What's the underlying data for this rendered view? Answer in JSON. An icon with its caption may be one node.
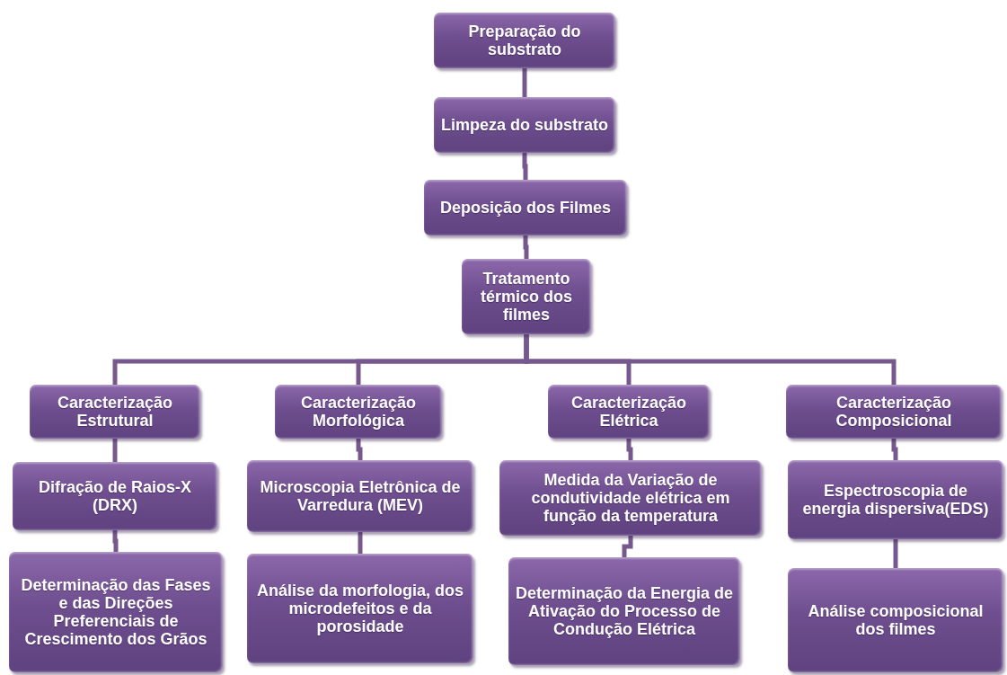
{
  "diagram": {
    "nodes": [
      {
        "text": [
          "Preparação do substrato"
        ]
      },
      {
        "text": [
          "Limpeza do substrato"
        ]
      },
      {
        "text": [
          "Deposição dos Filmes"
        ]
      },
      {
        "text": [
          "Tratamento térmico dos filmes"
        ]
      },
      {
        "text": [
          "Caracterização Estrutural"
        ]
      },
      {
        "text": [
          "Caracterização Morfológica"
        ]
      },
      {
        "text": [
          "Caracterização Elétrica"
        ]
      },
      {
        "text": [
          "Caracterização Composicional"
        ]
      },
      {
        "text": [
          "Difração de Raios-X (DRX)"
        ]
      },
      {
        "text": [
          "Microscopia Eletrônica de Varredura  (MEV)"
        ]
      },
      {
        "text": [
          "Medida da  Variação de condutividade elétrica em função da temperatura"
        ]
      },
      {
        "text": [
          "Espectroscopia de energia dispersiva(EDS)"
        ]
      },
      {
        "text": [
          "Determinação das Fases e das Direções Preferenciais de Crescimento dos Grãos"
        ]
      },
      {
        "text": [
          "Análise da morfologia, dos microdefeitos e da porosidade"
        ]
      },
      {
        "text": [
          "Determinação da Energia de Ativação do Processo de Condução Elétrica"
        ]
      },
      {
        "text": [
          "Análise composicional dos filmes"
        ]
      }
    ],
    "edges": [
      {
        "from": 0,
        "to": 1,
        "arrow": "none"
      },
      {
        "from": 1,
        "to": 2,
        "arrow": "none"
      },
      {
        "from": 2,
        "to": 3,
        "arrow": "none"
      },
      {
        "from": 3,
        "to": 4,
        "arrow": "none"
      },
      {
        "from": 3,
        "to": 5,
        "arrow": "none"
      },
      {
        "from": 3,
        "to": 6,
        "arrow": "none"
      },
      {
        "from": 3,
        "to": 7,
        "arrow": "none"
      },
      {
        "from": 4,
        "to": 8,
        "arrow": "none"
      },
      {
        "from": 8,
        "to": 12,
        "arrow": "none"
      },
      {
        "from": 5,
        "to": 9,
        "arrow": "none"
      },
      {
        "from": 9,
        "to": 13,
        "arrow": "none"
      },
      {
        "from": 6,
        "to": 10,
        "arrow": "none"
      },
      {
        "from": 10,
        "to": 14,
        "arrow": "none"
      },
      {
        "from": 7,
        "to": 11,
        "arrow": "none"
      },
      {
        "from": 11,
        "to": 15,
        "arrow": "none"
      }
    ]
  }
}
